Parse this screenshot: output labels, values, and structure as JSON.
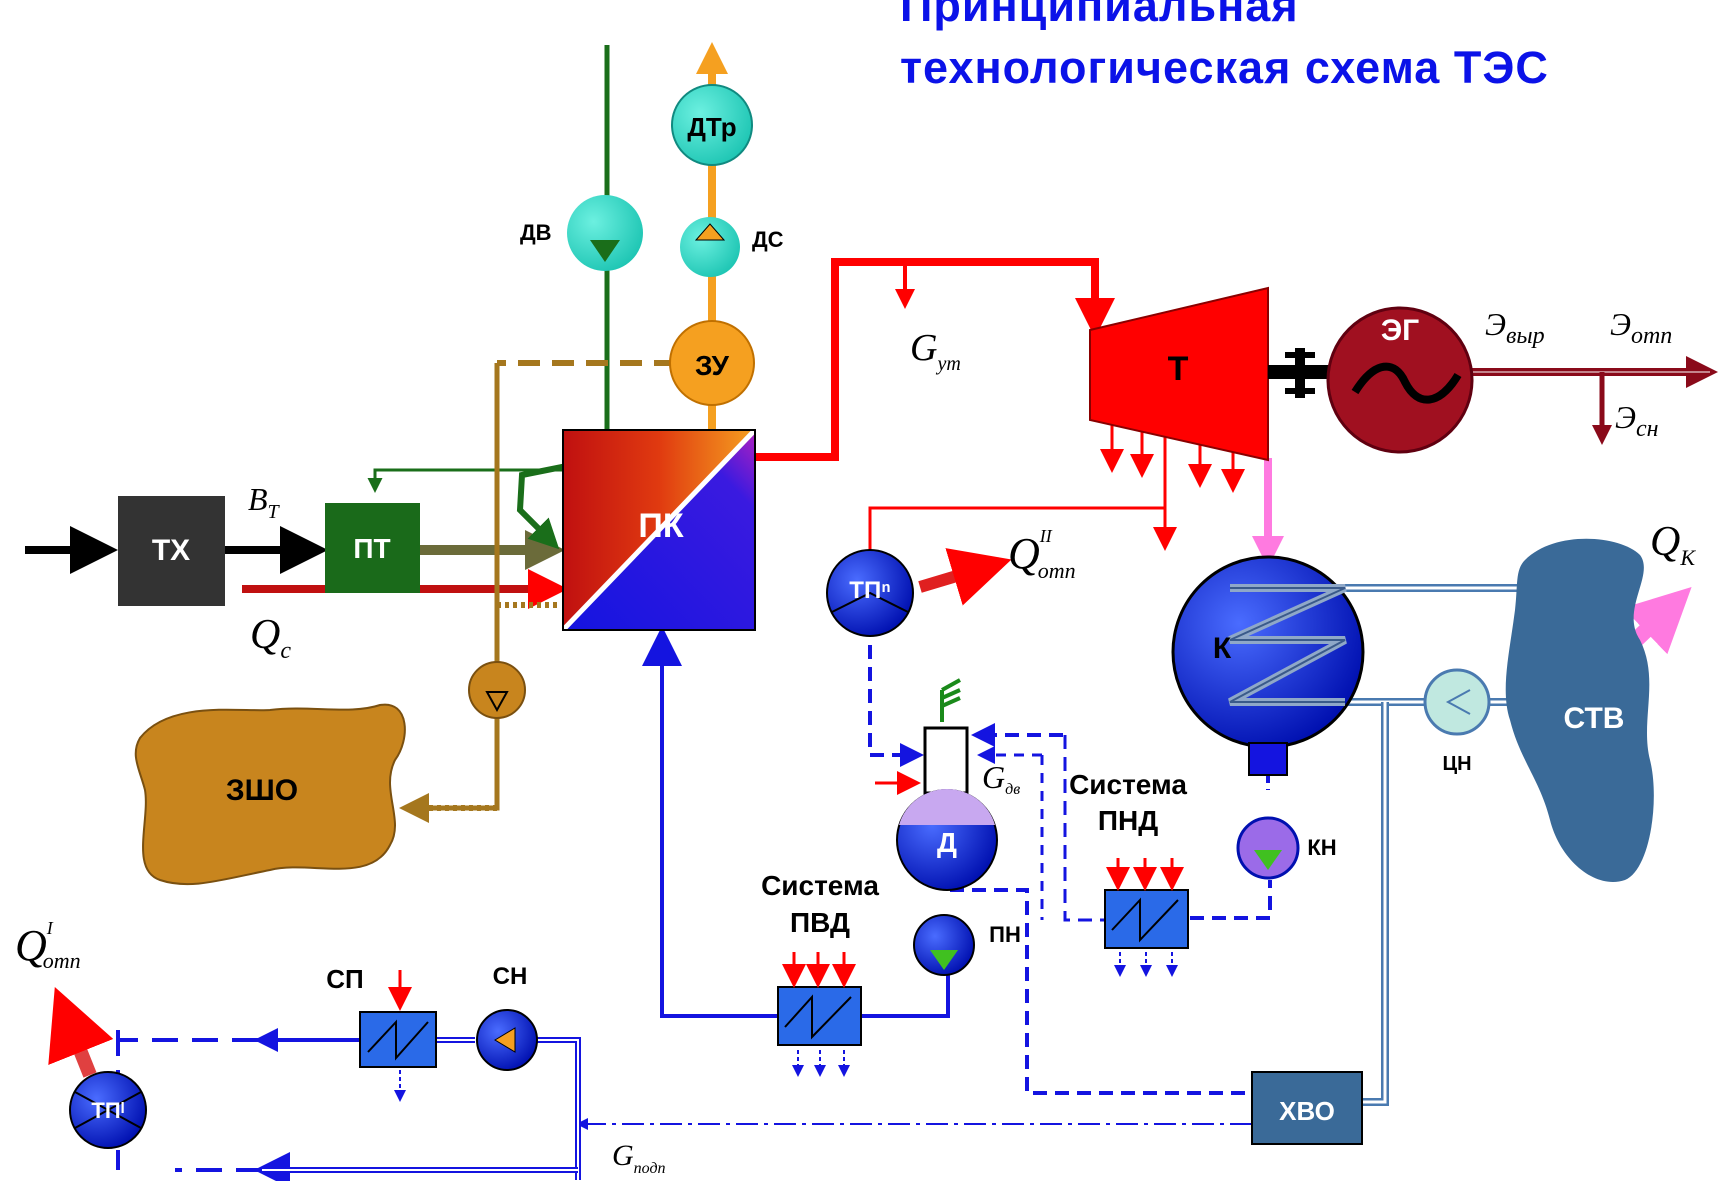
{
  "title": {
    "line1": "Принципиальная",
    "line2": "технологическая схема ТЭС"
  },
  "equipment": {
    "tx": "ТХ",
    "pt": "ПТ",
    "pk": "ПК",
    "zu": "ЗУ",
    "dtr": "ДТр",
    "dv": "ДВ",
    "ds": "ДС",
    "zsho": "ЗШО",
    "turbine": "Т",
    "generator": "ЭГ",
    "condenser": "К",
    "stv": "СТВ",
    "tsn": "ЦН",
    "kn": "КН",
    "deaerator": "Д",
    "pn": "ПН",
    "tp2": "ТПⁿ",
    "tp1": "ТПᴵ",
    "sp": "СП",
    "sn": "СН",
    "hvo": "ХВО",
    "pvd_line1": "Система",
    "pvd_line2": "ПВД",
    "pnd_line1": "Система",
    "pnd_line2": "ПНД"
  },
  "quantities": {
    "bt_main": "B",
    "bt_sub": "T",
    "qc_main": "Q",
    "qc_sub": "с",
    "gut_main": "G",
    "gut_sub": "ут",
    "qotp2_main": "Q",
    "qotp2_sub": "отп",
    "qotp2_sup": "II",
    "qk_main": "Q",
    "qk_sub": "К",
    "evyr_main": "Э",
    "evyr_sub": "выр",
    "eotp_main": "Э",
    "eotp_sub": "отп",
    "esn_main": "Э",
    "esn_sub": "сн",
    "gdv_main": "G",
    "gdv_sub": "дв",
    "qotp1_main": "Q",
    "qotp1_sub": "отп",
    "qotp1_sup": "I",
    "gpodp_main": "G",
    "gpodp_sub": "подп"
  },
  "colors": {
    "title": "#0b12e8",
    "steam": "#ff0000",
    "water": "#1414e0",
    "fuel": "#6b6b3a",
    "air": "#1a6e1a",
    "flue": "#f5a020",
    "ash": "#a5771e",
    "cooling": "#4a7ab0",
    "generator": "#a01020"
  }
}
